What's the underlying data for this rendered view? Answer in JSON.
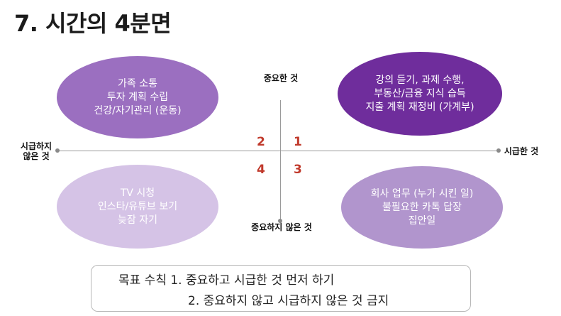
{
  "title": "7. 시간의 4분면",
  "axes": {
    "top": "중요한 것",
    "bottom": "중요하지 않은 것",
    "left": "시급하지 않은 것",
    "right": "시급한 것"
  },
  "quadrant_numbers": [
    "1",
    "2",
    "3",
    "4"
  ],
  "quadrants": {
    "q1": [
      "강의 듣기, 과제 수행,",
      "부동산/금융 지식 습득",
      "지출 계획 재정비 (가계부)"
    ],
    "q2": [
      "가족 소통",
      "투자 계획 수립",
      "건강/자기관리 (운동)"
    ],
    "q3": [
      "회사 업무 (누가 시킨 일)",
      "불필요한 카톡 답장",
      "집안일"
    ],
    "q4": [
      "TV 시청",
      "인스타/유튜브 보기",
      "늦잠 자기"
    ]
  },
  "goal": {
    "line1": "목표 수칙 1. 중요하고 시급한 것 먼저 하기",
    "line2": "2. 중요하지 않고 시급하지 않은 것 금지"
  },
  "colors": {
    "q1": "#6f2d9c",
    "q2": "#9b6fc0",
    "q3": "#b195cd",
    "q4": "#d5c3e6",
    "quadrant_number": "#c0392b"
  }
}
